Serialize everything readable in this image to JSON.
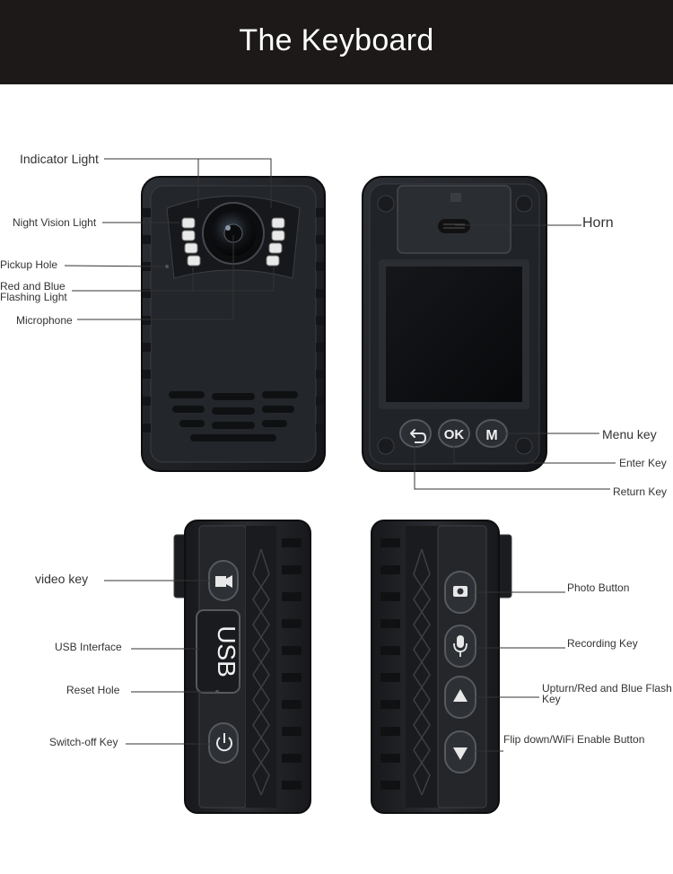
{
  "page": {
    "title": "The Keyboard"
  },
  "front_view": {
    "labels": {
      "indicator_light": "Indicator Light",
      "night_vision_light": "Night Vision Light",
      "pickup_hole": "Pickup Hole",
      "red_blue_line1": "Red and Blue",
      "red_blue_line2": "Flashing Light",
      "microphone": "Microphone"
    }
  },
  "back_view": {
    "labels": {
      "horn": "Horn",
      "menu_key": "Menu key",
      "enter_key": "Enter Key",
      "return_key": "Return Key"
    },
    "button_text": {
      "ok": "OK",
      "menu": "M"
    }
  },
  "left_side_view": {
    "labels": {
      "video_key": "video key",
      "usb_interface": "USB Interface",
      "reset_hole": "Reset Hole",
      "switch_off_key": "Switch-off Key"
    },
    "usb_text": "USB"
  },
  "right_side_view": {
    "labels": {
      "photo_button": "Photo Button",
      "recording_key": "Recording Key",
      "upturn_line1": "Upturn/Red and Blue Flash",
      "upturn_line2": "Key",
      "flip_down": "Flip down/WiFi Enable Button"
    }
  },
  "colors": {
    "header_bg": "#1c1918",
    "device_body": "#1d1f23",
    "leader_line": "#333333"
  }
}
